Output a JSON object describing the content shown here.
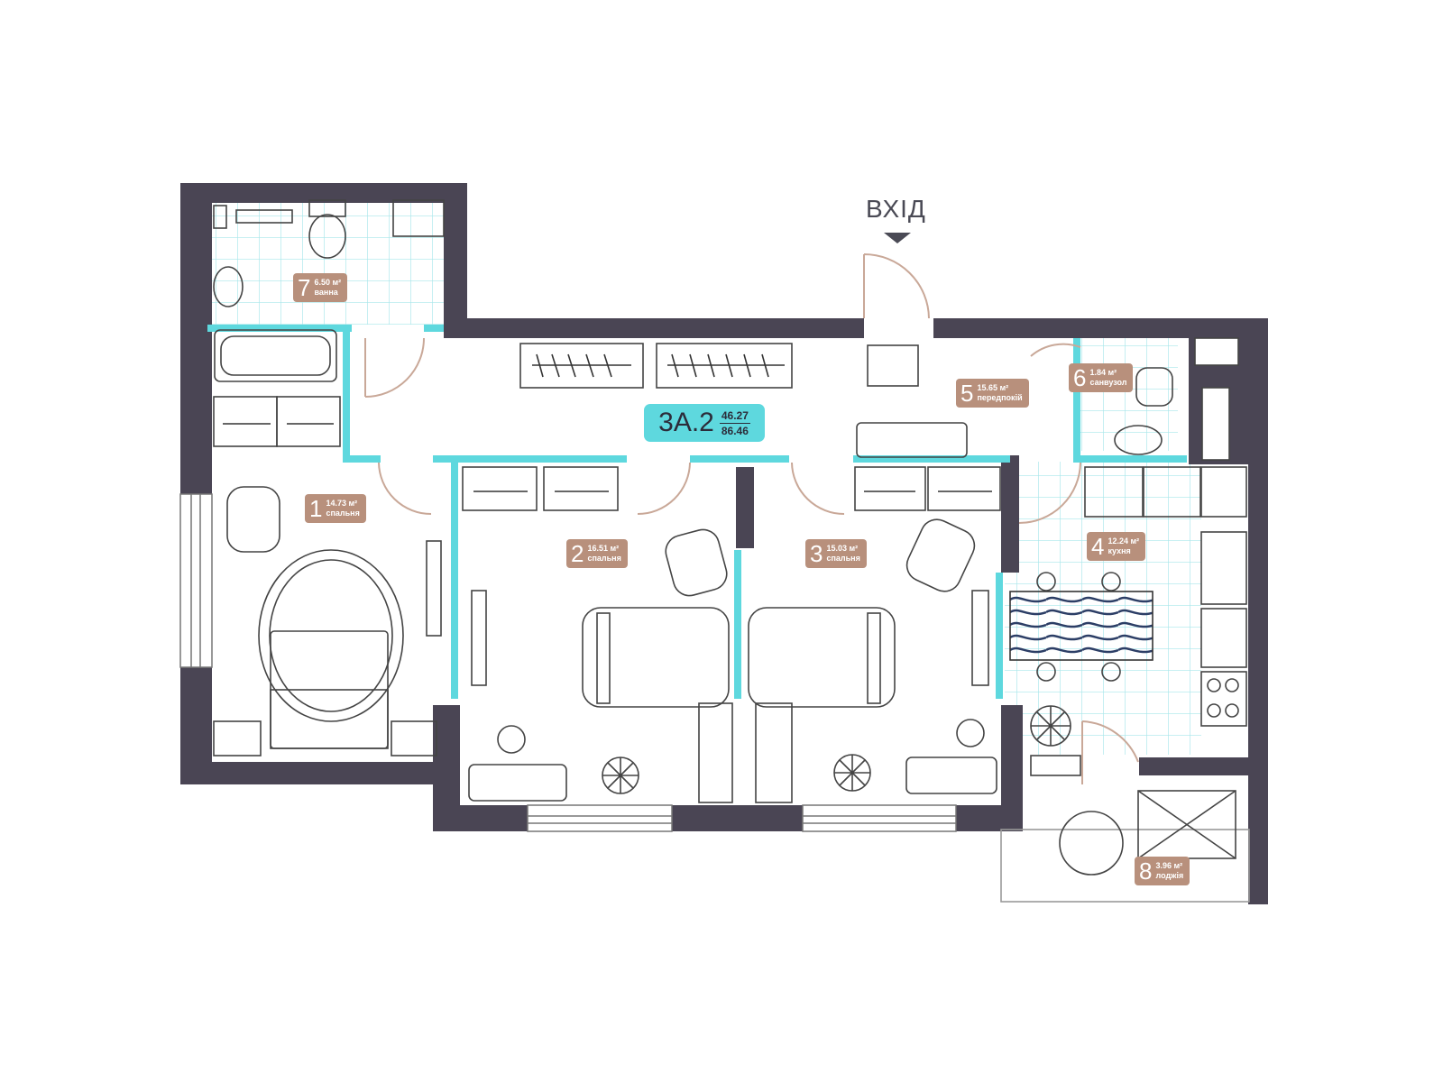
{
  "entrance_label": "ВХІД",
  "apartment": {
    "code": "3А.2",
    "living_area": "46.27",
    "total_area": "86.46"
  },
  "rooms": [
    {
      "num": "1",
      "area": "14.73",
      "name": "спальня"
    },
    {
      "num": "2",
      "area": "16.51",
      "name": "спальня"
    },
    {
      "num": "3",
      "area": "15.03",
      "name": "спальня"
    },
    {
      "num": "4",
      "area": "12.24",
      "name": "кухня"
    },
    {
      "num": "5",
      "area": "15.65",
      "name": "передпокій"
    },
    {
      "num": "6",
      "area": "1.84",
      "name": "санвузол"
    },
    {
      "num": "7",
      "area": "6.50",
      "name": "ванна"
    },
    {
      "num": "8",
      "area": "3.96",
      "name": "лоджія"
    }
  ],
  "colors": {
    "wall": "#4a4554",
    "accent": "#5ed8de",
    "label_bg": "#b8907c",
    "tile": "#a8e6ea",
    "door": "#c9a898"
  },
  "icons": [
    "toilet-icon",
    "sink-icon",
    "bathtub-icon",
    "stove-icon",
    "plant-icon",
    "bed-icon",
    "armchair-icon",
    "wardrobe-icon",
    "door-icon"
  ]
}
